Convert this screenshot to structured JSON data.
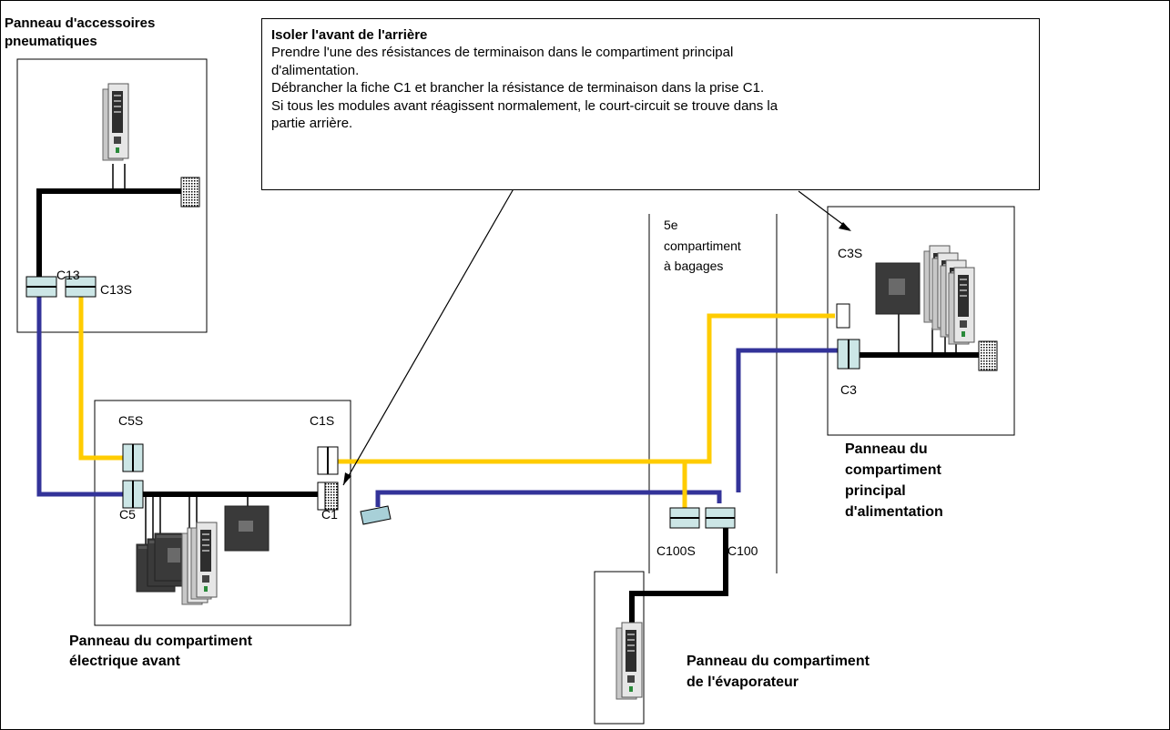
{
  "callout": {
    "title": "Isoler l'avant de l'arrière",
    "lines": [
      "Prendre l'une des résistances de terminaison dans le compartiment principal",
      "d'alimentation.",
      "Débrancher la fiche C1 et brancher la résistance de terminaison dans la prise C1.",
      "Si tous les modules avant réagissent normalement, le court-circuit se trouve dans la",
      "partie arrière."
    ]
  },
  "panels": {
    "pneumatic": {
      "title_1": "Panneau d'accessoires",
      "title_2": "pneumatiques"
    },
    "front_electrical": {
      "title_1": "Panneau du compartiment",
      "title_2": "électrique avant"
    },
    "evaporator": {
      "title_1": "Panneau du compartiment",
      "title_2": "de l'évaporateur"
    },
    "main_power": {
      "title_1": "Panneau du",
      "title_2": "compartiment",
      "title_3": "principal",
      "title_4": "d'alimentation"
    }
  },
  "luggage": {
    "line_1": "5e",
    "line_2": "compartiment",
    "line_3": "à bagages"
  },
  "connectors": {
    "c13": "C13",
    "c13s": "C13S",
    "c5s": "C5S",
    "c5": "C5",
    "c1s": "C1S",
    "c1": "C1",
    "c100s": "C100S",
    "c100": "C100",
    "c3s": "C3S",
    "c3": "C3"
  },
  "colors": {
    "can_high": "#ffcc00",
    "can_low": "#333399",
    "power": "#000000",
    "connector_fill": "#cce6e6",
    "module_dark": "#3a3a3a",
    "module_light": "#d9d9d9"
  }
}
